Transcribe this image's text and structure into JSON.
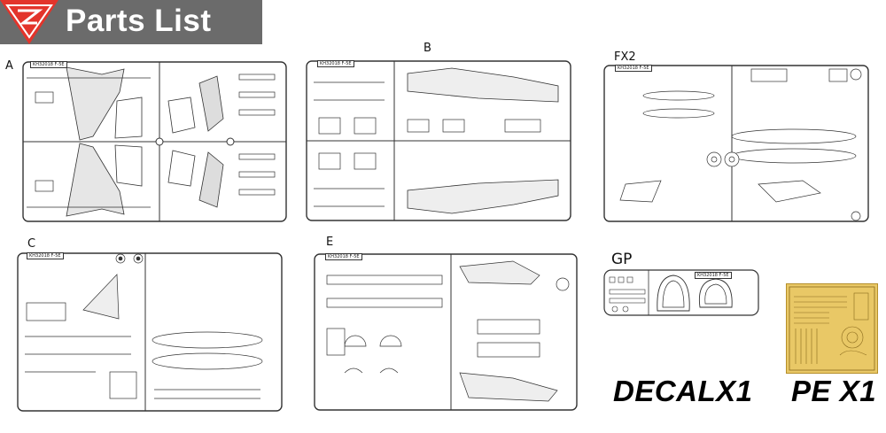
{
  "header": {
    "title": "Parts List",
    "brand_color": "#e3342b",
    "banner_color": "#6b6b6b"
  },
  "sprues": [
    {
      "id": "A",
      "label": "A",
      "code": "KH32018 F-5E",
      "tag": "A"
    },
    {
      "id": "B",
      "label": "B",
      "code": "KH32018 F-5E",
      "tag": "B"
    },
    {
      "id": "FX2",
      "label": "FX2",
      "code": "KH32018 F-5E",
      "tag": "FX"
    },
    {
      "id": "C",
      "label": "C",
      "code": "KH32018 F-5E",
      "tag": "C"
    },
    {
      "id": "E",
      "label": "E",
      "code": "KH32018 F-5E",
      "tag": "E"
    },
    {
      "id": "GP",
      "label": "GP",
      "code": "KH32018 F-5E",
      "tag": "GP"
    }
  ],
  "extras": {
    "decal": "DECALX1",
    "pe": "PE X1",
    "pe_color": "#e9c866"
  }
}
